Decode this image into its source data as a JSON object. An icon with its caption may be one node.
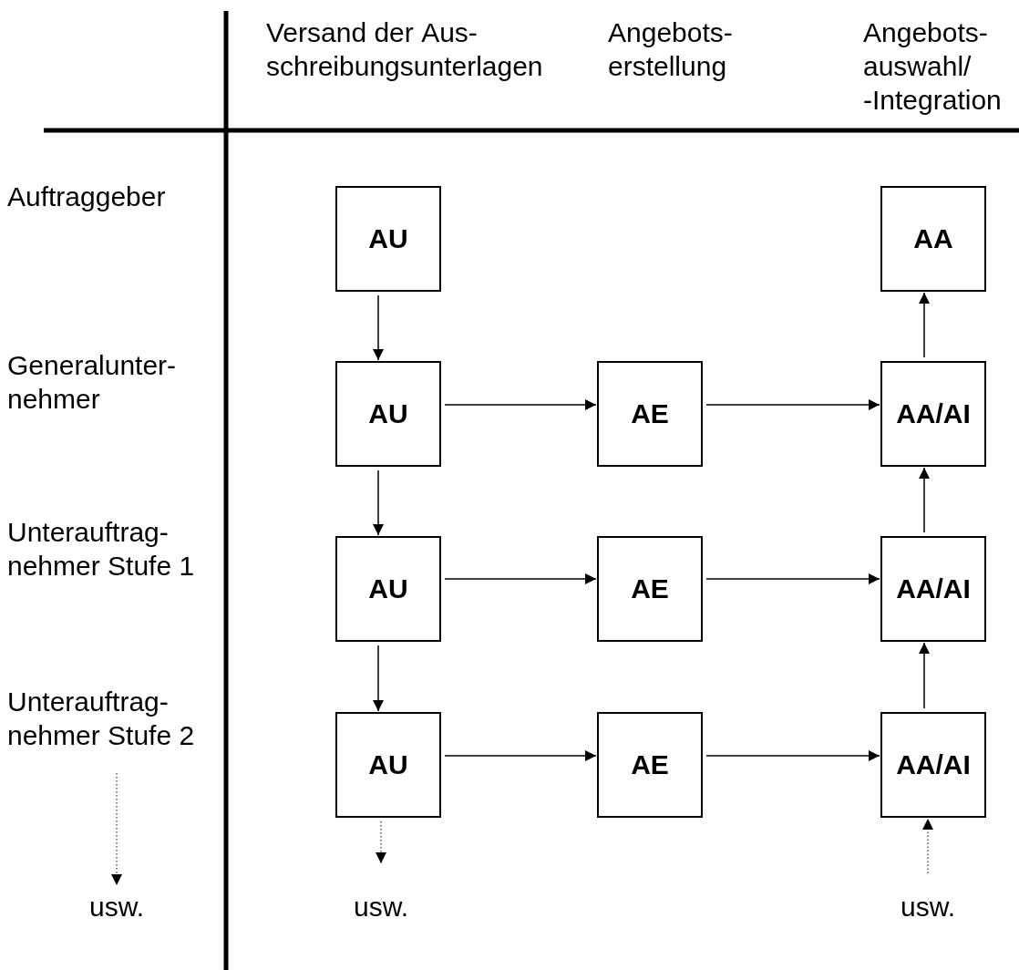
{
  "diagram": {
    "nodes": [
      {
        "text": [
          "AU"
        ]
      },
      {
        "text": [
          "AA"
        ]
      },
      {
        "text": [
          "AU"
        ]
      },
      {
        "text": [
          "AE"
        ]
      },
      {
        "text": [
          "AA/AI"
        ]
      },
      {
        "text": [
          "AU"
        ]
      },
      {
        "text": [
          "AE"
        ]
      },
      {
        "text": [
          "AA/AI"
        ]
      },
      {
        "text": [
          "AU"
        ]
      },
      {
        "text": [
          "AE"
        ]
      },
      {
        "text": [
          "AA/AI"
        ]
      },
      {
        "text": [
          "usw."
        ]
      },
      {
        "text": [
          "usw."
        ]
      },
      {
        "text": [
          "usw."
        ]
      },
      {
        "text": [
          "Unterauftrag- nehmer Stufe 2"
        ]
      }
    ],
    "edges": [
      {
        "from": 0,
        "to": 2,
        "arrow": "to"
      },
      {
        "from": 2,
        "to": 3,
        "arrow": "to"
      },
      {
        "from": 3,
        "to": 4,
        "arrow": "to"
      },
      {
        "from": 4,
        "to": 1,
        "arrow": "to"
      },
      {
        "from": 2,
        "to": 5,
        "arrow": "to"
      },
      {
        "from": 5,
        "to": 6,
        "arrow": "to"
      },
      {
        "from": 6,
        "to": 7,
        "arrow": "to"
      },
      {
        "from": 7,
        "to": 4,
        "arrow": "to"
      },
      {
        "from": 5,
        "to": 8,
        "arrow": "to"
      },
      {
        "from": 8,
        "to": 9,
        "arrow": "to"
      },
      {
        "from": 9,
        "to": 10,
        "arrow": "to"
      },
      {
        "from": 10,
        "to": 7,
        "arrow": "to"
      },
      {
        "from": 14,
        "to": 11,
        "arrow": "to",
        "style": "dashed"
      },
      {
        "from": 8,
        "to": 12,
        "arrow": "to",
        "style": "dashed"
      },
      {
        "from": 13,
        "to": 10,
        "arrow": "to",
        "style": "dashed"
      }
    ],
    "labels": [
      "Versand der Aus- schreibungsunterlagen",
      "Angebots- erstellung",
      "Angebots- auswahl/ -Integration",
      "Auftraggeber",
      "Generalunter- nehmer",
      "Unterauftrag- nehmer Stufe 1"
    ]
  }
}
